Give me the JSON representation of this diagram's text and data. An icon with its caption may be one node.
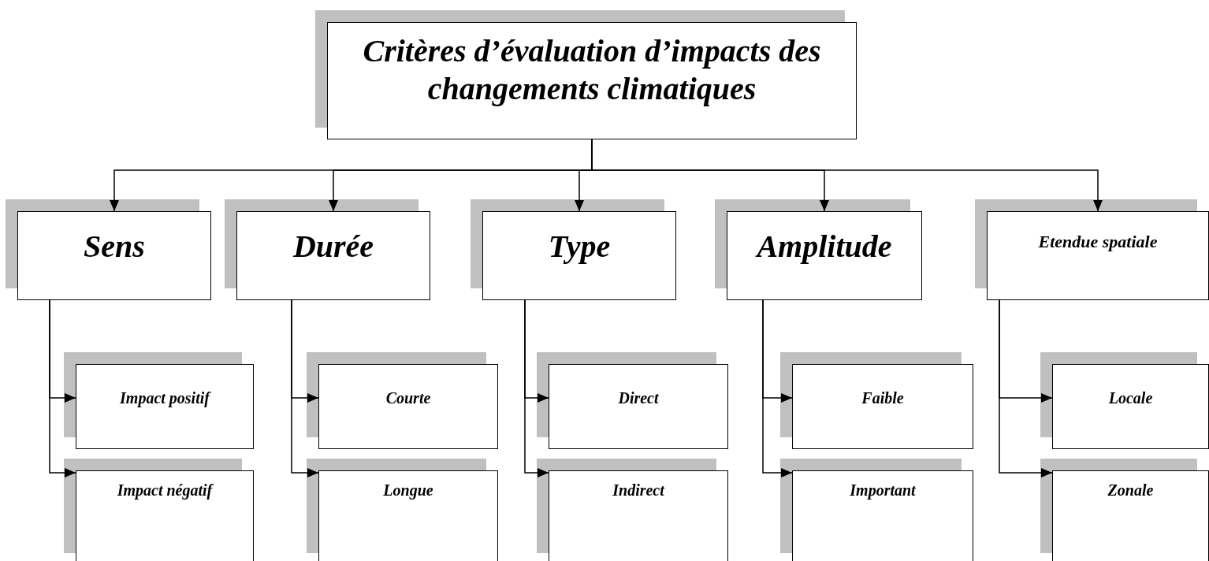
{
  "diagram": {
    "nodes": [
      {
        "text": [
          "Critères d’évaluation d’impacts des changements climatiques"
        ]
      },
      {
        "text": [
          "Sens"
        ]
      },
      {
        "text": [
          "Durée"
        ]
      },
      {
        "text": [
          "Type"
        ]
      },
      {
        "text": [
          "Amplitude"
        ]
      },
      {
        "text": [
          "Etendue spatiale"
        ]
      },
      {
        "text": [
          "Impact positif"
        ]
      },
      {
        "text": [
          "Impact négatif"
        ]
      },
      {
        "text": [
          "Courte"
        ]
      },
      {
        "text": [
          "Longue"
        ]
      },
      {
        "text": [
          "Direct"
        ]
      },
      {
        "text": [
          "Indirect"
        ]
      },
      {
        "text": [
          "Faible"
        ]
      },
      {
        "text": [
          "Important"
        ]
      },
      {
        "text": [
          "Locale"
        ]
      },
      {
        "text": [
          "Zonale"
        ]
      }
    ],
    "edges": [
      {
        "from": 0,
        "to": 1,
        "arrow": "to"
      },
      {
        "from": 0,
        "to": 2,
        "arrow": "to"
      },
      {
        "from": 0,
        "to": 3,
        "arrow": "to"
      },
      {
        "from": 0,
        "to": 4,
        "arrow": "to"
      },
      {
        "from": 0,
        "to": 5,
        "arrow": "to"
      },
      {
        "from": 1,
        "to": 6,
        "arrow": "to"
      },
      {
        "from": 1,
        "to": 7,
        "arrow": "to"
      },
      {
        "from": 2,
        "to": 8,
        "arrow": "to"
      },
      {
        "from": 2,
        "to": 9,
        "arrow": "to"
      },
      {
        "from": 3,
        "to": 10,
        "arrow": "to"
      },
      {
        "from": 3,
        "to": 11,
        "arrow": "to"
      },
      {
        "from": 4,
        "to": 12,
        "arrow": "to"
      },
      {
        "from": 4,
        "to": 13,
        "arrow": "to"
      },
      {
        "from": 5,
        "to": 14,
        "arrow": "to"
      },
      {
        "from": 5,
        "to": 15,
        "arrow": "to"
      }
    ]
  }
}
